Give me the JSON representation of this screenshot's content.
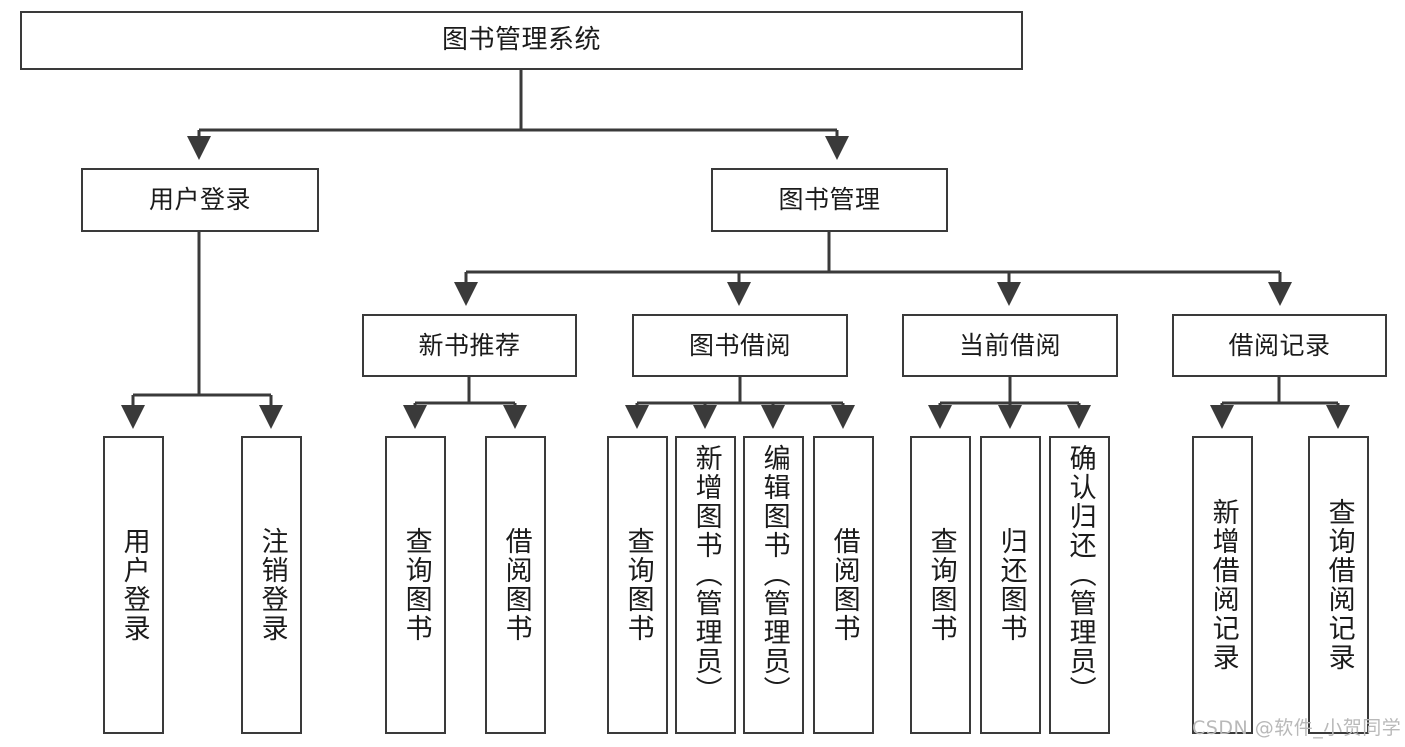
{
  "diagram": {
    "type": "tree-hierarchy",
    "title": "图书管理系统",
    "watermark": "CSDN @软件_小贺同学",
    "colors": {
      "box_border": "#3a3a3a",
      "box_fill": "#ffffff",
      "connector": "#3a3a3a",
      "text": "#1b1b1b",
      "watermark": "#b9b9b9",
      "background": "#ffffff"
    },
    "nodes": {
      "root": {
        "label": "图书管理系统"
      },
      "level2": [
        {
          "id": "user-login",
          "label": "用户登录"
        },
        {
          "id": "book-manage",
          "label": "图书管理"
        }
      ],
      "level3": [
        {
          "id": "new-book-recommend",
          "label": "新书推荐"
        },
        {
          "id": "book-borrow",
          "label": "图书借阅"
        },
        {
          "id": "current-borrow",
          "label": "当前借阅"
        },
        {
          "id": "borrow-record",
          "label": "借阅记录"
        }
      ],
      "leaves": {
        "user-login": [
          {
            "id": "leaf-user-login",
            "label": "用户登录"
          },
          {
            "id": "leaf-logout-login",
            "label": "注销登录"
          }
        ],
        "new-book-recommend": [
          {
            "id": "leaf-query-book-1",
            "label": "查询图书"
          },
          {
            "id": "leaf-borrow-book-1",
            "label": "借阅图书"
          }
        ],
        "book-borrow": [
          {
            "id": "leaf-query-book-2",
            "label": "查询图书"
          },
          {
            "id": "leaf-add-book",
            "label": "新增图书（管理员）"
          },
          {
            "id": "leaf-edit-book",
            "label": "编辑图书（管理员）"
          },
          {
            "id": "leaf-borrow-book-2",
            "label": "借阅图书"
          }
        ],
        "current-borrow": [
          {
            "id": "leaf-query-book-3",
            "label": "查询图书"
          },
          {
            "id": "leaf-return-book",
            "label": "归还图书"
          },
          {
            "id": "leaf-confirm-return",
            "label": "确认归还（管理员）"
          }
        ],
        "borrow-record": [
          {
            "id": "leaf-add-record",
            "label": "新增借阅记录"
          },
          {
            "id": "leaf-query-record",
            "label": "查询借阅记录"
          }
        ]
      }
    },
    "edges": [
      {
        "from": "图书管理系统",
        "to": "用户登录"
      },
      {
        "from": "图书管理系统",
        "to": "图书管理"
      },
      {
        "from": "用户登录",
        "to": "用户登录"
      },
      {
        "from": "用户登录",
        "to": "注销登录"
      },
      {
        "from": "图书管理",
        "to": "新书推荐"
      },
      {
        "from": "图书管理",
        "to": "图书借阅"
      },
      {
        "from": "图书管理",
        "to": "当前借阅"
      },
      {
        "from": "图书管理",
        "to": "借阅记录"
      },
      {
        "from": "新书推荐",
        "to": "查询图书"
      },
      {
        "from": "新书推荐",
        "to": "借阅图书"
      },
      {
        "from": "图书借阅",
        "to": "查询图书"
      },
      {
        "from": "图书借阅",
        "to": "新增图书（管理员）"
      },
      {
        "from": "图书借阅",
        "to": "编辑图书（管理员）"
      },
      {
        "from": "图书借阅",
        "to": "借阅图书"
      },
      {
        "from": "当前借阅",
        "to": "查询图书"
      },
      {
        "from": "当前借阅",
        "to": "归还图书"
      },
      {
        "from": "当前借阅",
        "to": "确认归还（管理员）"
      },
      {
        "from": "借阅记录",
        "to": "新增借阅记录"
      },
      {
        "from": "借阅记录",
        "to": "查询借阅记录"
      }
    ]
  }
}
